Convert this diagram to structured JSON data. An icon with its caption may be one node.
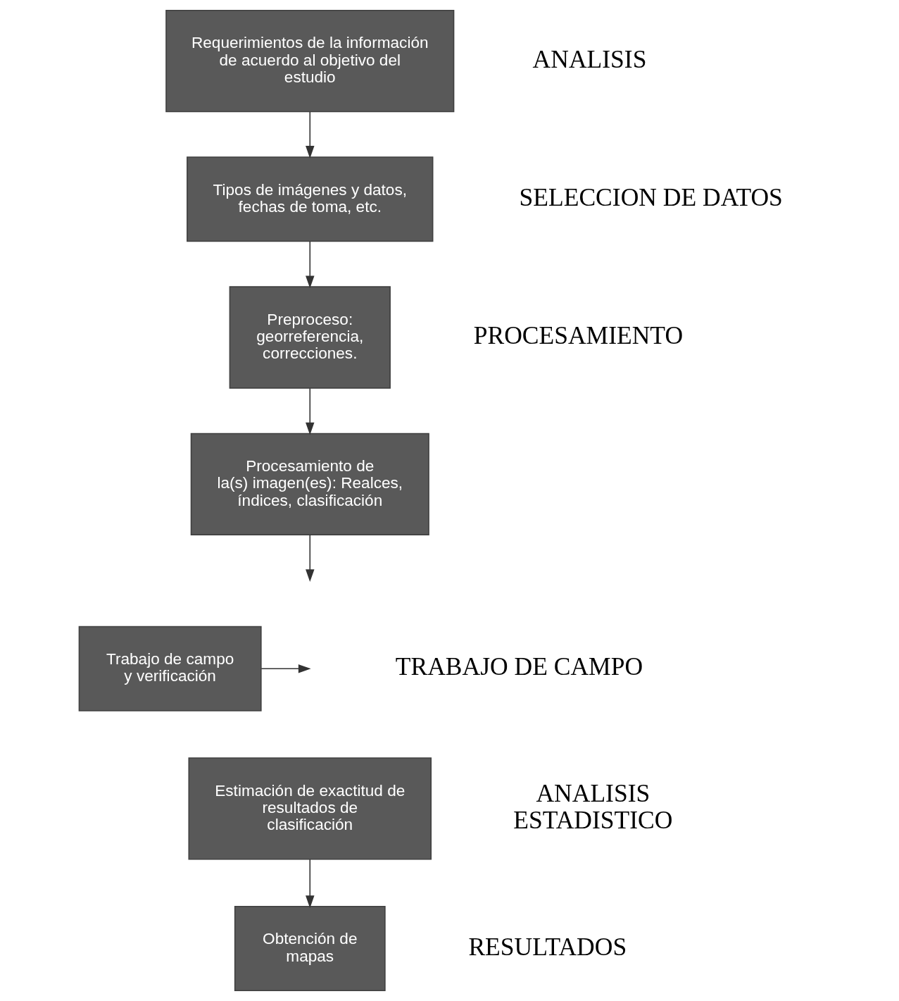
{
  "diagram": {
    "nodes": [
      {
        "text": [
          "Requerimientos de la información de acuerdo al objetivo del estudio"
        ]
      },
      {
        "text": [
          "Tipos de imágenes y datos, fechas de toma, etc."
        ]
      },
      {
        "text": [
          "Preproceso: georreferencia, correcciones."
        ]
      },
      {
        "text": [
          "Procesamiento de la(s) imagen(es): Realces, índices, clasificación"
        ]
      },
      {
        "text": [
          "Trabajo de campo y verificación"
        ]
      },
      {
        "text": [
          "Estimación de exactitud de resultados de clasificación"
        ]
      },
      {
        "text": [
          "Obtención de mapas"
        ]
      }
    ],
    "edges": [
      {
        "from": 0,
        "to": 1,
        "arrow": "to"
      },
      {
        "from": 1,
        "to": 2,
        "arrow": "to"
      },
      {
        "from": 2,
        "to": 3,
        "arrow": "to"
      },
      {
        "from": 3,
        "to": null,
        "arrow": "to"
      },
      {
        "from": 4,
        "to": null,
        "arrow": "to"
      },
      {
        "from": 5,
        "to": 6,
        "arrow": "to"
      }
    ],
    "labels": [
      "ANALISIS",
      "SELECCION DE DATOS",
      "PROCESAMIENTO",
      "TRABAJO DE CAMPO",
      "ANALISIS ESTADISTICO",
      "RESULTADOS"
    ]
  }
}
